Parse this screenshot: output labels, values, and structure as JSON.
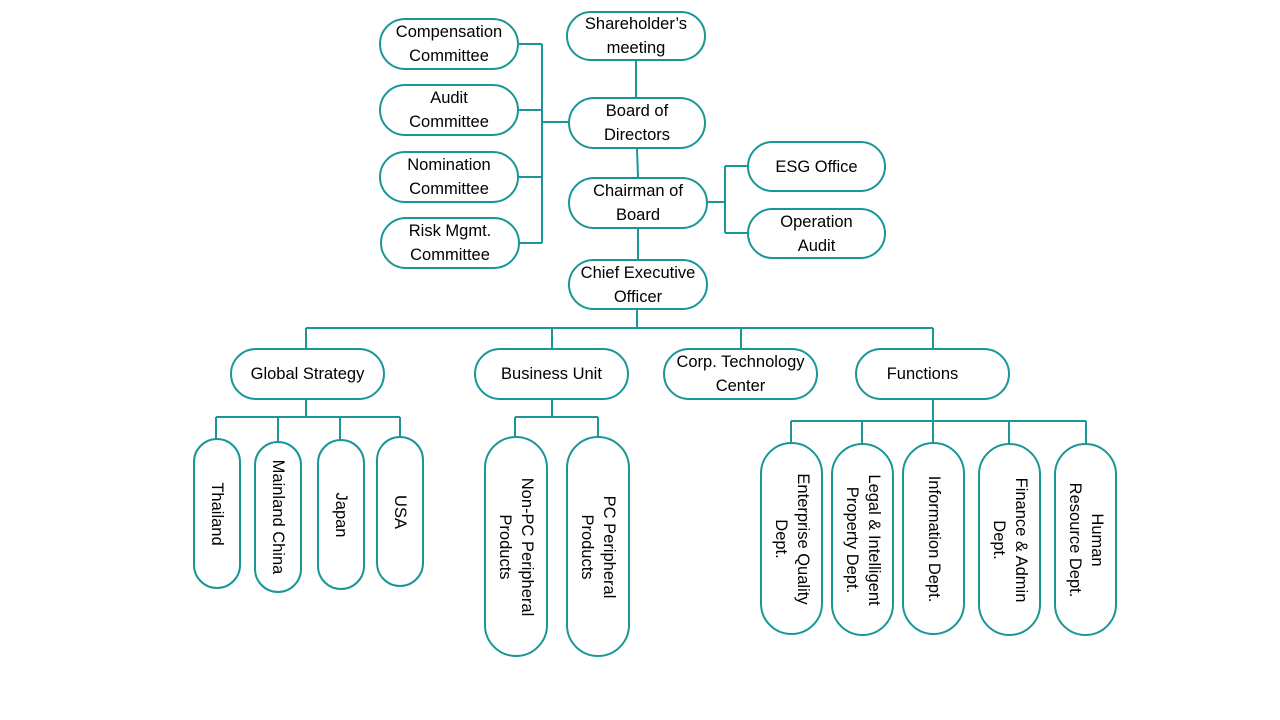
{
  "top": {
    "shareholders": [
      "Shareholder’s",
      "meeting"
    ],
    "board": [
      "Board of",
      "Directors"
    ],
    "chairman": [
      "Chairman of",
      "Board"
    ],
    "ceo": [
      "Chief Executive",
      "Officer"
    ]
  },
  "committees": [
    [
      "Compensation",
      "Committee"
    ],
    [
      "Audit",
      "Committee"
    ],
    [
      "Nomination",
      "Committee"
    ],
    [
      "Risk Mgmt.",
      "Committee"
    ]
  ],
  "chairman_units": [
    [
      "ESG Office"
    ],
    [
      "Operation",
      "Audit"
    ]
  ],
  "divisions": {
    "global_strategy": "Global Strategy",
    "business_unit": "Business Unit",
    "corp_tech": [
      "Corp. Technology",
      "Center"
    ],
    "functions": "Functions"
  },
  "regions": [
    "Thailand",
    "Mainland China",
    "Japan",
    "USA"
  ],
  "business_units": [
    [
      "Non-PC Peripheral",
      "Products"
    ],
    [
      "PC Peripheral",
      "Products"
    ]
  ],
  "function_depts": [
    [
      "Enterprise Quality",
      "Dept."
    ],
    [
      "Legal & Intelligent",
      "Property Dept."
    ],
    [
      "Information Dept."
    ],
    [
      "Finance & Admin",
      "Dept."
    ],
    [
      "Human",
      "Resource Dept."
    ]
  ]
}
